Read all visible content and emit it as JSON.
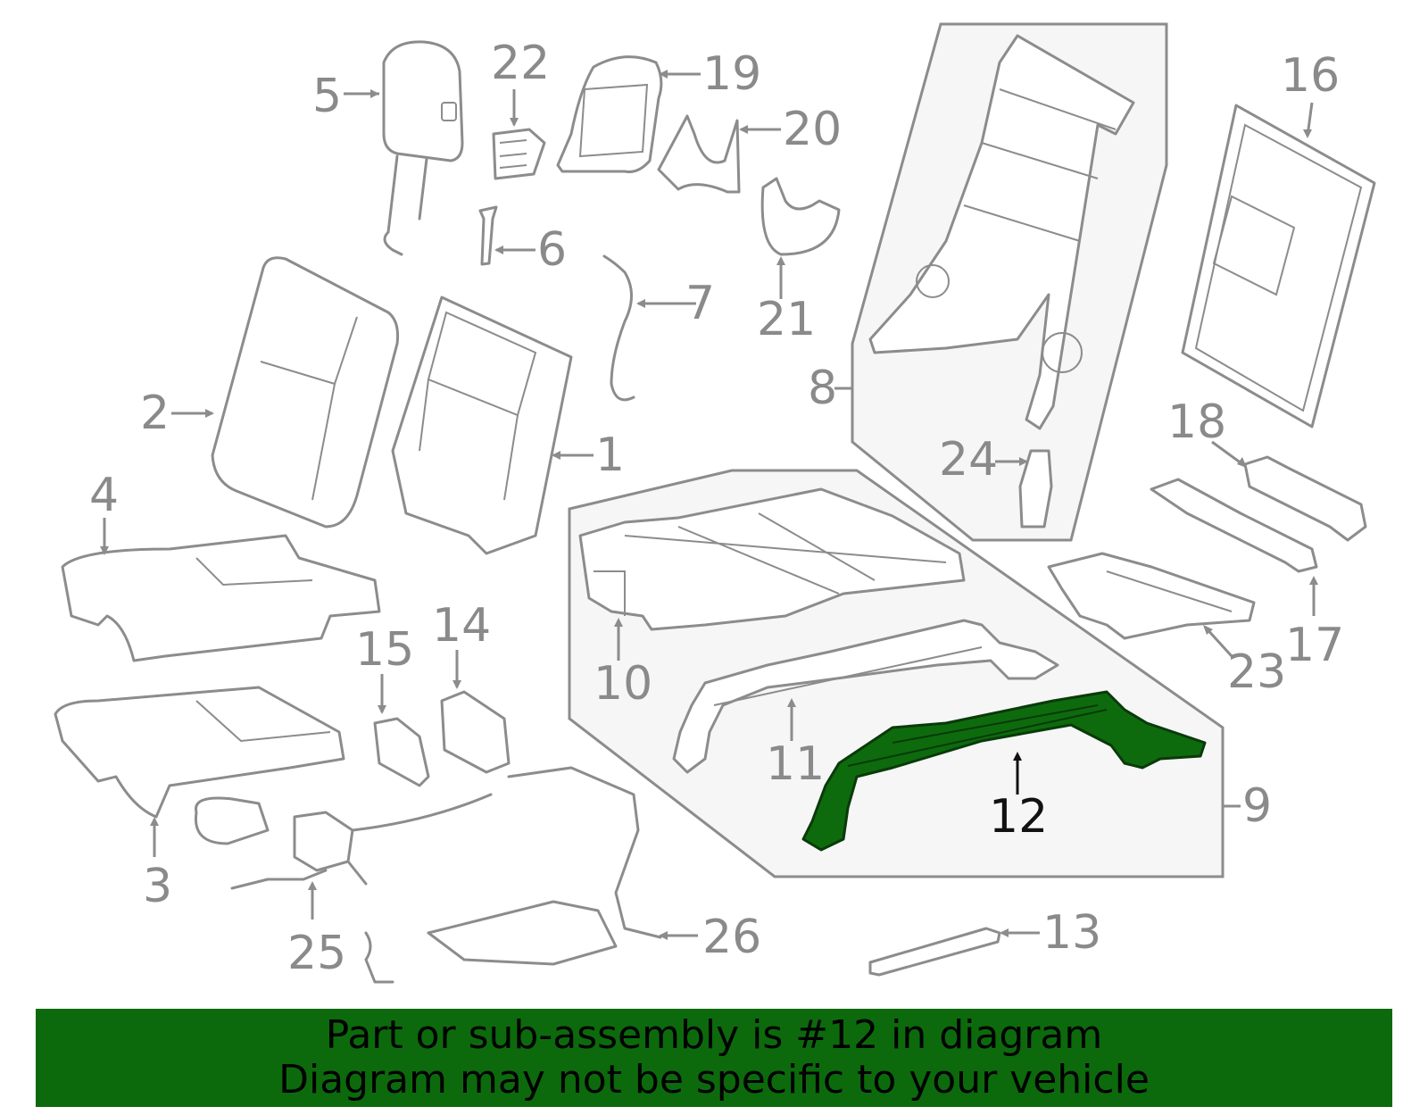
{
  "diagram": {
    "callouts": {
      "c1": "1",
      "c2": "2",
      "c3": "3",
      "c4": "4",
      "c5": "5",
      "c6": "6",
      "c7": "7",
      "c8": "8",
      "c9": "9",
      "c10": "10",
      "c11": "11",
      "c12": "12",
      "c13": "13",
      "c14": "14",
      "c15": "15",
      "c16": "16",
      "c17": "17",
      "c18": "18",
      "c19": "19",
      "c20": "20",
      "c21": "21",
      "c22": "22",
      "c23": "23",
      "c24": "24",
      "c25": "25",
      "c26": "26"
    },
    "highlighted_part": "12",
    "colors": {
      "highlight": "#0d6b0d",
      "line": "#8c8c8c",
      "banner": "#0c6a0c"
    }
  },
  "banner": {
    "line1": "Part or sub-assembly is #12 in diagram",
    "line2": "Diagram may not be specific to your vehicle"
  }
}
